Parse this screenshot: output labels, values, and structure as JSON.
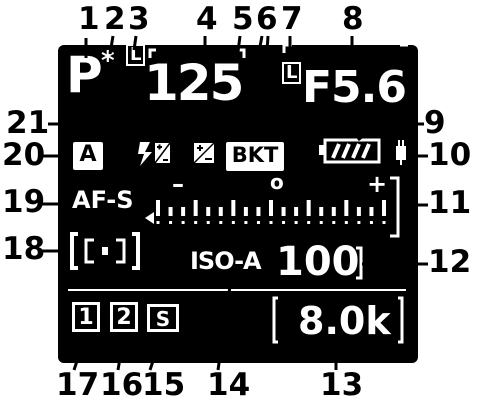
{
  "callouts": [
    "1",
    "2",
    "3",
    "4",
    "5",
    "6",
    "7",
    "8",
    "9",
    "10",
    "11",
    "12",
    "13",
    "14",
    "15",
    "16",
    "17",
    "18",
    "19",
    "20",
    "21"
  ],
  "display": {
    "exposure_mode": "P",
    "flexible_program_mark": "*",
    "shutter_lock_mark": "L",
    "shutter_speed": "125",
    "aperture_lock_mark": "L",
    "aperture": "F5.6",
    "auto_area_badge": "A",
    "bracketing_badge": "BKT",
    "af_mode": "AF-S",
    "exposure_meter": {
      "minus": "–",
      "zero": "o",
      "plus": "+"
    },
    "iso_label": "ISO-A",
    "iso_value": "100",
    "card_slot_1": "1",
    "card_slot_2": "2",
    "release_mode": "S",
    "remaining_exposures": "8.0k"
  },
  "icons": {
    "flash_comp": "flash-compensation-icon",
    "exp_comp": "exposure-compensation-icon",
    "battery": "battery-full-icon",
    "clock": "clock-battery-icon",
    "metering": "matrix-metering-icon",
    "meter_pointer": "meter-pointer-icon"
  },
  "colors": {
    "lcd_background": "#000000",
    "lcd_text": "#ffffff",
    "callout_text": "#000000"
  }
}
